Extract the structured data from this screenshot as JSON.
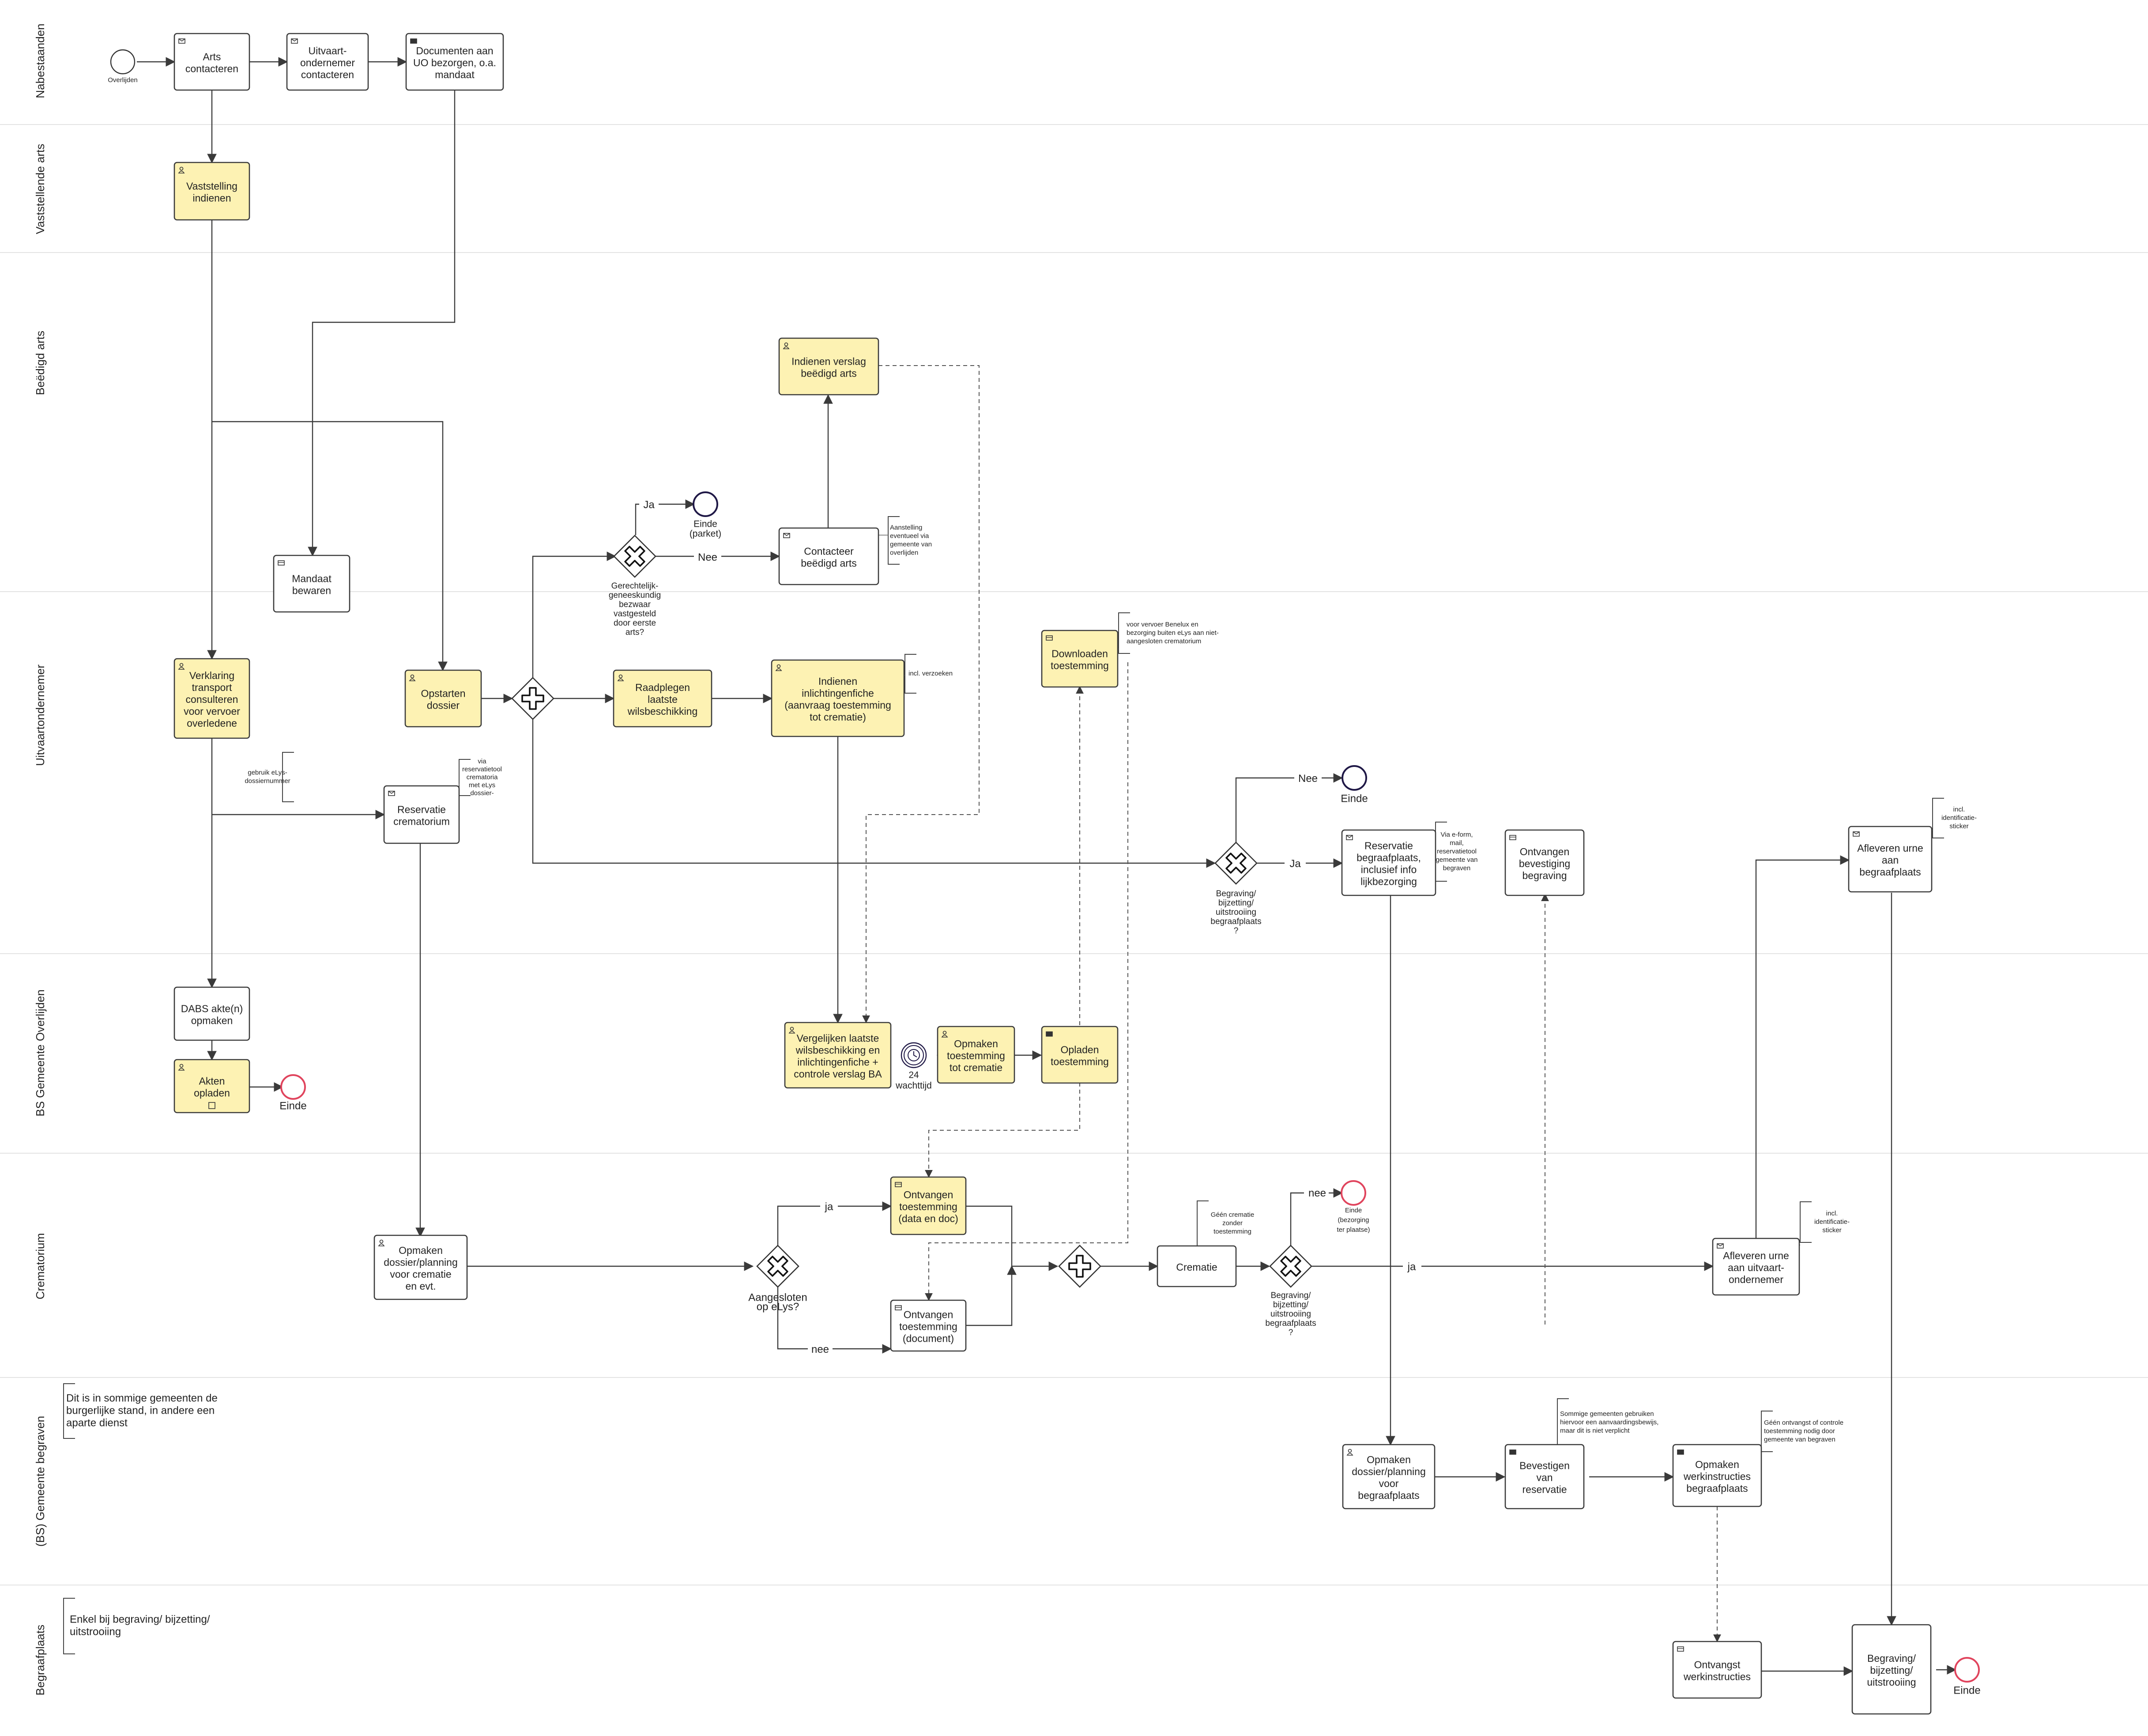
{
  "lanes": [
    "Nabestaanden",
    "Vaststellende arts",
    "Beëdigd arts",
    "Uitvaartondernemer",
    "BS Gemeente Overlijden",
    "Crematorium",
    "(BS) Gemeente begraven",
    "Begraafplaats"
  ],
  "tasks": {
    "arts_contacteren": [
      "Arts",
      "contacteren"
    ],
    "uo_contacteren": [
      "Uitvaart-",
      "ondernemer",
      "contacteren"
    ],
    "documenten_uo": [
      "Documenten aan",
      "UO bezorgen, o.a.",
      "mandaat"
    ],
    "vaststelling": [
      "Vaststelling",
      "indienen"
    ],
    "indienen_verslag": [
      "Indienen verslag",
      "beëdigd arts"
    ],
    "contacteer_ba": [
      "Contacteer",
      "beëdigd arts"
    ],
    "mandaat_bewaren": [
      "Mandaat",
      "bewaren"
    ],
    "verklaring_transport": [
      "Verklaring",
      "transport",
      "consulteren",
      "voor vervoer",
      "overledene"
    ],
    "opstarten_dossier": [
      "Opstarten",
      "dossier"
    ],
    "raadplegen": [
      "Raadplegen",
      "laatste",
      "wilsbeschikking"
    ],
    "indienen_inlichtingen": [
      "Indienen",
      "inlichtingenfiche",
      "(aanvraag toestemming",
      "tot crematie)"
    ],
    "downloaden": [
      "Downloaden",
      "toestemming"
    ],
    "reservatie_crematorium": [
      "Reservatie",
      "crematorium"
    ],
    "reservatie_begraafplaats": [
      "Reservatie",
      "begraafplaats,",
      "inclusief info",
      "lijkbezorging"
    ],
    "ontvangen_bevestiging": [
      "Ontvangen",
      "bevestiging",
      "begraving"
    ],
    "afleveren_urne_bp": [
      "Afleveren urne",
      "aan",
      "begraafplaats"
    ],
    "dabs": [
      "DABS akte(n)",
      "opmaken"
    ],
    "akten_opladen": [
      "Akten",
      "opladen"
    ],
    "vergelijken": [
      "Vergelijken laatste",
      "wilsbeschikking en",
      "inlichtingenfiche +",
      "controle verslag BA"
    ],
    "opmaken_toestemming": [
      "Opmaken",
      "toestemming",
      "tot crematie"
    ],
    "opladen_toestemming": [
      "Opladen",
      "toestemming"
    ],
    "opmaken_dossier_crematie": [
      "Opmaken",
      "dossier/planning",
      "voor crematie",
      "en evt."
    ],
    "ontvangen_data": [
      "Ontvangen",
      "toestemming",
      "(data en doc)"
    ],
    "ontvangen_document": [
      "Ontvangen",
      "toestemming",
      "(document)"
    ],
    "crematie": [
      "Crematie"
    ],
    "afleveren_urne_uo": [
      "Afleveren urne",
      "aan uitvaart-",
      "ondernemer"
    ],
    "opmaken_dossier_bg": [
      "Opmaken",
      "dossier/planning",
      "voor",
      "begraafplaats"
    ],
    "bevestigen": [
      "Bevestigen",
      "van",
      "reservatie"
    ],
    "werkinstructies": [
      "Opmaken",
      "werkinstructies",
      "begraafplaats"
    ],
    "ontvangst_wi": [
      "Ontvangst",
      "werkinstructies"
    ],
    "begraving": [
      "Begraving/",
      "bijzetting/",
      "uitstrooiing"
    ]
  },
  "events": {
    "overlijden": "Overlijden",
    "einde_parket": [
      "Einde",
      "(parket)"
    ],
    "einde_uo": "Einde",
    "einde_bs": "Einde",
    "einde_crem": [
      "Einde",
      "(bezorging",
      "ter plaatse)"
    ],
    "einde_bp": "Einde",
    "timer": [
      "24",
      "wachttijd"
    ]
  },
  "gateways": {
    "gerechtelijk": [
      "Gerechtelijk-",
      "geneeskundig",
      "bezwaar",
      "vastgesteld",
      "door eerste",
      "arts?"
    ],
    "begraving_uo": [
      "Begraving/",
      "bijzetting/",
      "uitstrooiing",
      "begraafplaats",
      "?"
    ],
    "aangesloten": [
      "Aangesloten",
      "op eLys?"
    ],
    "begraving_crem": [
      "Begraving/",
      "bijzetting/",
      "uitstrooiing",
      "begraafplaats",
      "?"
    ]
  },
  "flow_labels": {
    "ja_parket": "Ja",
    "nee_ba": "Nee",
    "nee_einde": "Nee",
    "ja_reservatie": "Ja",
    "ja_elys": "ja",
    "nee_elys": "nee",
    "nee_crem": "nee",
    "ja_crem": "ja"
  },
  "notes": {
    "aanstelling": [
      "Aanstelling",
      "eventueel via",
      "gemeente van",
      "overlijden"
    ],
    "incl_verzoeken": [
      "incl. verzoeken"
    ],
    "vervoer_benelux": [
      "voor vervoer Benelux en",
      "bezorging buiten eLys aan niet-",
      "aangesloten crematorium"
    ],
    "gebruik_elys": [
      "gebruik eLys-",
      "dossiernummer"
    ],
    "via_reservatietool": [
      "via",
      "reservatietool",
      "crematoria",
      "met eLys",
      "dossier-"
    ],
    "via_eform": [
      "Via e-form,",
      "mail,",
      "reservatietool",
      "gemeente van",
      "begraven"
    ],
    "incl_sticker_1": [
      "incl.",
      "identificatie-",
      "sticker"
    ],
    "geen_crematie": [
      "Géén crematie",
      "zonder",
      "toestemming"
    ],
    "incl_sticker_2": [
      "incl.",
      "identificatie-",
      "sticker"
    ],
    "sommige_gemeenten": [
      "Sommige gemeenten gebruiken",
      "hiervoor een aanvaardingsbewijs,",
      "maar dit is niet verplicht"
    ],
    "geen_ontvangst": [
      "Géén ontvangst of controle",
      "toestemming nodig door",
      "gemeente van begraven"
    ],
    "sommige_bs": [
      "Dit is in sommige gemeenten de",
      "burgerlijke stand, in andere een",
      "aparte dienst"
    ],
    "enkel_begraving": [
      "Enkel bij begraving/ bijzetting/",
      "uitstrooiing"
    ]
  },
  "colors": {
    "task_fill": "#ffffff",
    "task_highlight": "#fdf2b3",
    "stroke": "#3a3a3a",
    "end_event": "#e0445d",
    "end_event_dark": "#1f1846",
    "lane_divider": "#e3e3e3"
  }
}
